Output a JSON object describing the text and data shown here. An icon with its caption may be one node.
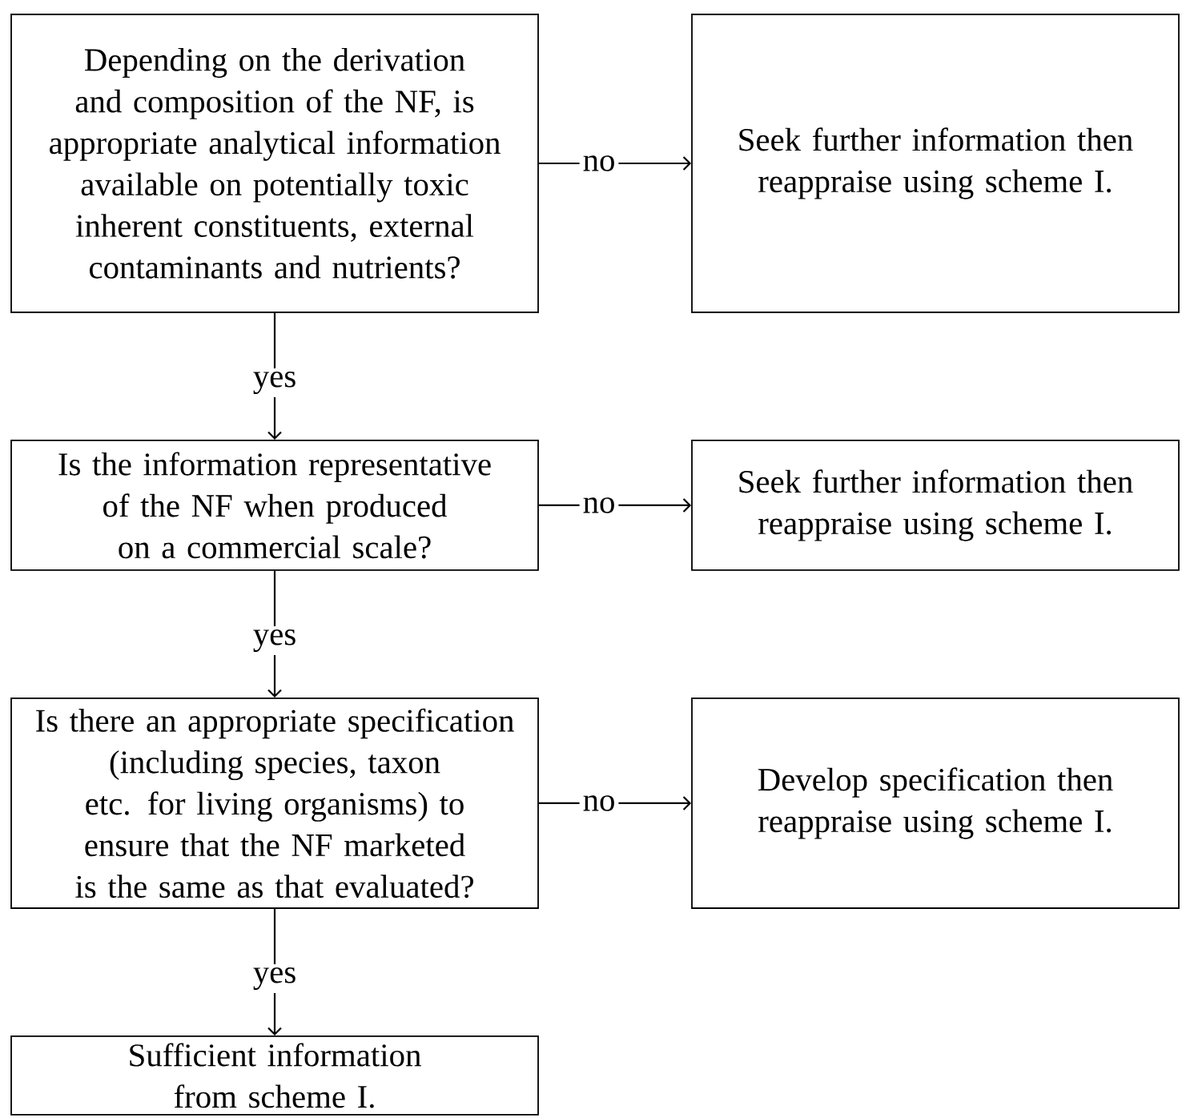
{
  "diagram": {
    "nodes": [
      {
        "text": [
          "Depending on the derivation and composition of the NF, is appropriate analytical information available on potentially toxic inherent constituents, external contaminants and nutrients?"
        ]
      },
      {
        "text": [
          "Seek further information then reappraise using scheme I."
        ]
      },
      {
        "text": [
          "Is the information representative of the NF when produced on a commercial scale?"
        ]
      },
      {
        "text": [
          "Seek further information then reappraise using scheme I."
        ]
      },
      {
        "text": [
          "Is there an appropriate specification (including species, taxon etc. for living organisms) to ensure that the NF marketed is the same as that evaluated?"
        ]
      },
      {
        "text": [
          "Develop specification then reappraise using scheme I."
        ]
      },
      {
        "text": [
          "Sufficient information from scheme I."
        ]
      }
    ],
    "edges": [
      {
        "from": 0,
        "to": 1,
        "arrow": "to",
        "label": "no"
      },
      {
        "from": 0,
        "to": 2,
        "arrow": "to",
        "label": "yes"
      },
      {
        "from": 2,
        "to": 3,
        "arrow": "to",
        "label": "no"
      },
      {
        "from": 2,
        "to": 4,
        "arrow": "to",
        "label": "yes"
      },
      {
        "from": 4,
        "to": 5,
        "arrow": "to",
        "label": "no"
      },
      {
        "from": 4,
        "to": 6,
        "arrow": "to",
        "label": "yes"
      }
    ]
  }
}
